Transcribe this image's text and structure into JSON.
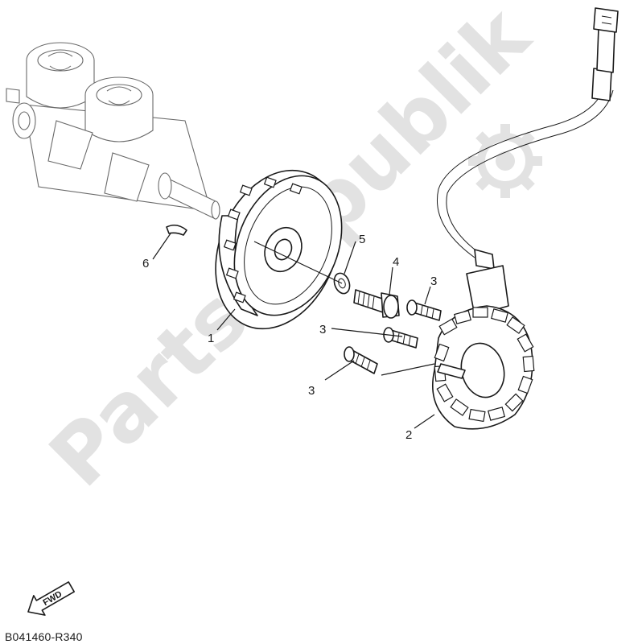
{
  "watermark": "PartsRepublik",
  "diagram_code": "B041460-R340",
  "fwd_label": "FWD",
  "callouts": {
    "c1": "1",
    "c2": "2",
    "c3a": "3",
    "c3b": "3",
    "c3c": "3",
    "c4": "4",
    "c5": "5",
    "c6": "6"
  }
}
